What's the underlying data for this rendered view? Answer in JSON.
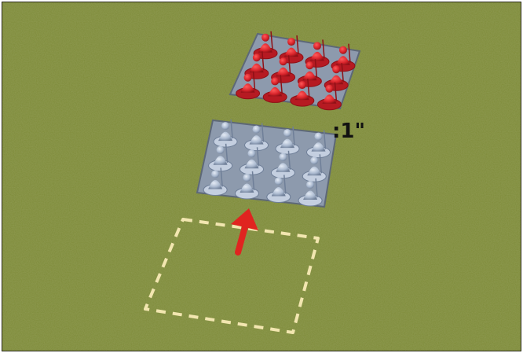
{
  "scene": {
    "description_free": true,
    "colors": {
      "grass": "#6b7a2e",
      "grass_dark": "#4f5a1f",
      "grass_light": "#8a9440",
      "red_unit": "#d9242b",
      "red_unit_dark": "#8e1016",
      "blue_unit": "#aab9cf",
      "blue_unit_dark": "#6f7f98",
      "base_tray": "#8d9aad",
      "dashed_outline": "#f2e6b0",
      "arrow": "#e02420",
      "label_text": "#111111"
    }
  },
  "annotation": {
    "distance_label": ":1\""
  },
  "units": {
    "red_regiment": {
      "icon": "red-regiment-icon",
      "rows": 3,
      "cols": 4
    },
    "blue_regiment": {
      "icon": "blue-regiment-icon",
      "rows": 3,
      "cols": 4
    }
  },
  "markers": {
    "move_arrow": {
      "icon": "move-arrow-icon"
    },
    "target_zone": {
      "icon": "dashed-square-icon"
    }
  }
}
